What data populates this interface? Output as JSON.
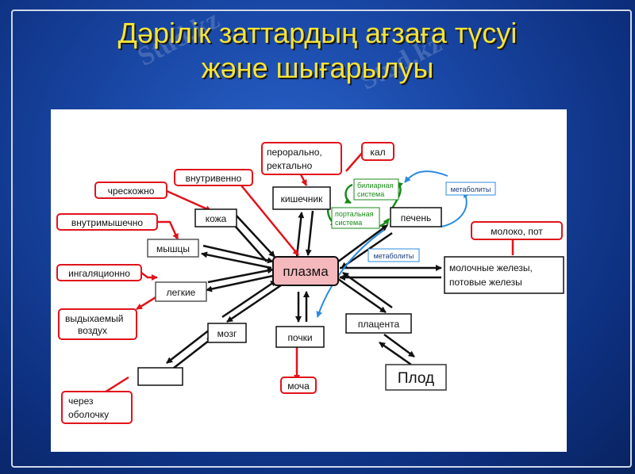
{
  "title": {
    "line1": "Дәрілік заттардың  ағзаға түсуі",
    "line2": "және шығарылуы"
  },
  "watermark": "Stud.kz",
  "diagram": {
    "center": "плазма",
    "organs": {
      "kozha": "кожа",
      "myshtsy": "мышцы",
      "legkie": "легкие",
      "mozg": "мозг",
      "kishechnik": "кишечник",
      "pechen": "печень",
      "pochki": "почки",
      "placenta": "плацента",
      "zhelezy_1": "молочные железы,",
      "zhelezy_2": "потовые железы",
      "plod": "Плод"
    },
    "routes": {
      "chreskozhno": "чрескожно",
      "vnutrimyshechno": "внутримышечно",
      "ingalyatsionno": "ингаляционно",
      "vnutrivenno": "внутривенно",
      "peroralno_1": "перорально,",
      "peroralno_2": "ректально",
      "vydykhaemy_1": "выдыхаемый",
      "vydykhaemy_2": "воздух",
      "cherez_1": "через",
      "cherez_2": "оболочку",
      "kal": "кал",
      "mocha": "моча",
      "moloko": "молоко, пот"
    },
    "small_labels": {
      "biliarnaya_1": "билиарная",
      "biliarnaya_2": "система",
      "portalnaya_1": "портальная",
      "portalnaya_2": "система",
      "metabolity_top": "метаболиты",
      "metabolity_mid": "метаболиты"
    }
  }
}
